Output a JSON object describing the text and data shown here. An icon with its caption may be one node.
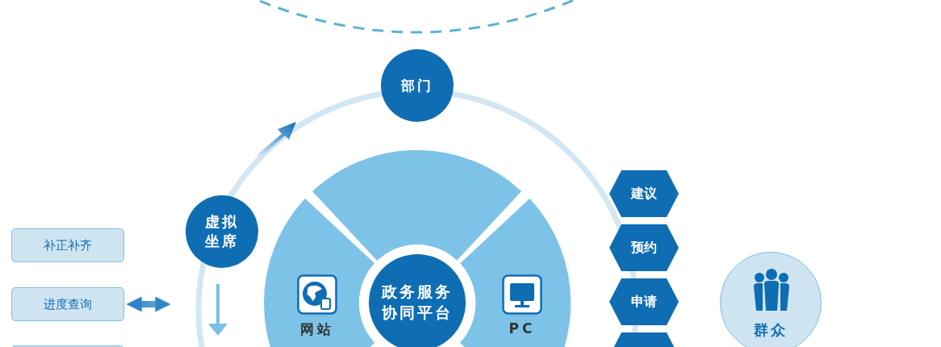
{
  "diagram": {
    "nodes": [
      {
        "text": [
          "部门"
        ]
      },
      {
        "text": [
          "虚拟坐席"
        ]
      },
      {
        "text": [],
        "shape": "sector"
      },
      {
        "text": [
          "网站"
        ]
      },
      {
        "text": [
          "PC"
        ]
      },
      {
        "text": [
          "政务服务协同平台"
        ]
      },
      {
        "text": [
          "建议"
        ]
      },
      {
        "text": [
          "预约"
        ]
      },
      {
        "text": [
          "申请"
        ]
      },
      {
        "text": [],
        "shape": "hexagon"
      },
      {
        "text": [
          "群众"
        ]
      },
      {
        "text": [
          "补正补齐"
        ]
      },
      {
        "text": [
          "进度查询"
        ]
      },
      {
        "text": [],
        "shape": "box"
      }
    ],
    "edges": [
      {
        "from": null,
        "to": 12,
        "arrow": "both"
      }
    ]
  }
}
